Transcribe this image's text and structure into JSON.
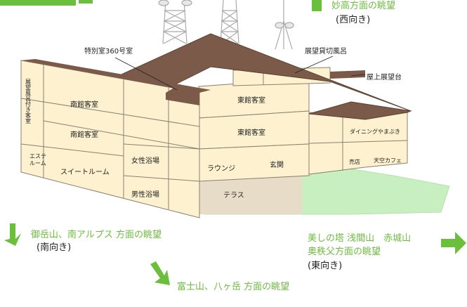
{
  "colors": {
    "accent_green": "#6cbf3c",
    "roof": "#7b5a4a",
    "wall": "#fdf1cf",
    "lawn": "#c8efc0",
    "terrace": "#e6dcc8",
    "outline": "#8a8070"
  },
  "rooms": {
    "tokubetsu": "特別室360号室",
    "kashikiri": "展望貸切風呂",
    "okujo": "屋上展望台",
    "fuuro_v": "展望風呂付き客室",
    "nankan1": "南館客室",
    "nankan2": "南館客室",
    "tokan1": "東館客室",
    "tokan2": "東館客室",
    "dining": "ダイニングやまぶき",
    "este_1": "エステ",
    "este_2": "ルーム",
    "suite": "スイートルーム",
    "josei": "女性浴場",
    "dansei": "男性浴場",
    "lounge": "ラウンジ",
    "genkan": "玄関",
    "baiten": "売店",
    "cafe": "天空カフェ",
    "terrace": "テラス"
  },
  "views": {
    "west_line": "妙高方面の眺望",
    "west_dir": "(西向き)",
    "south_line": "御岳山、南アルプス 方面の眺望",
    "south_dir": "(南向き)",
    "east_line1": "美しの塔 浅間山　赤城山",
    "east_line2": "奥秩父方面の眺望",
    "east_dir": "(東向き)",
    "bottom_line": "富士山、八ヶ岳 方面の眺望"
  },
  "icons": [
    "arrow-down-left-icon",
    "arrow-right-icon",
    "arrow-down-right-icon",
    "tower-icon"
  ]
}
